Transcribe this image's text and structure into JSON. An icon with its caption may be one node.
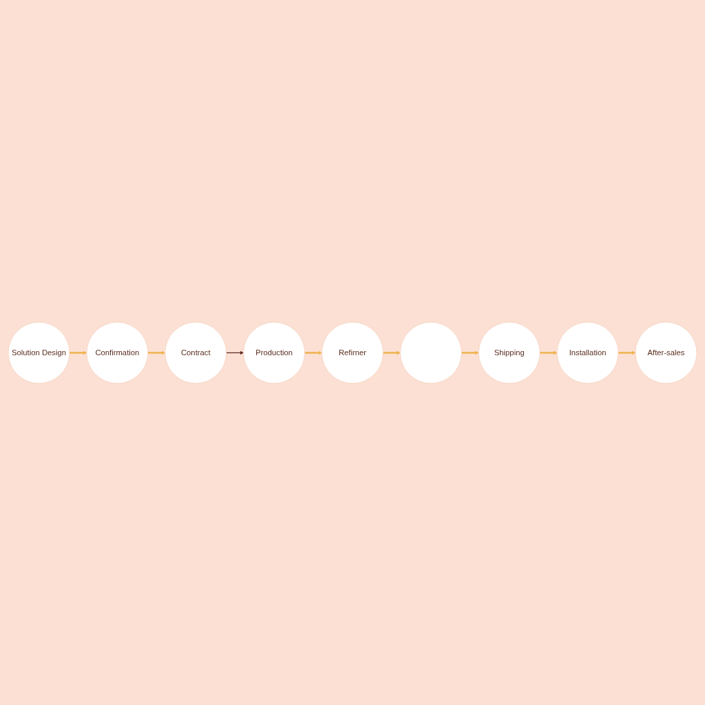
{
  "diagram": {
    "nodes": [
      {
        "text": [
          "Solution Design"
        ]
      },
      {
        "text": [
          "Confirmation"
        ]
      },
      {
        "text": [
          "Contract"
        ]
      },
      {
        "text": [],
        "shape": "circle"
      },
      {
        "text": [
          "Refirner"
        ]
      },
      {
        "text": [
          "Production"
        ]
      },
      {
        "text": [
          "Shipping"
        ]
      },
      {
        "text": [
          "Installation"
        ]
      },
      {
        "text": [
          "After-sales"
        ]
      }
    ],
    "edges": [
      {
        "from": 0,
        "to": 1,
        "arrow": "to"
      },
      {
        "from": 1,
        "to": 2,
        "arrow": "to"
      },
      {
        "from": 2,
        "to": 5,
        "arrow": "to",
        "color": "#5a2a1e"
      },
      {
        "from": 5,
        "to": 4,
        "arrow": "to"
      },
      {
        "from": 4,
        "to": 3,
        "arrow": "to"
      },
      {
        "from": 3,
        "to": 6,
        "arrow": "to"
      },
      {
        "from": 6,
        "to": 7,
        "arrow": "to"
      },
      {
        "from": 7,
        "to": 8,
        "arrow": "to"
      }
    ]
  }
}
